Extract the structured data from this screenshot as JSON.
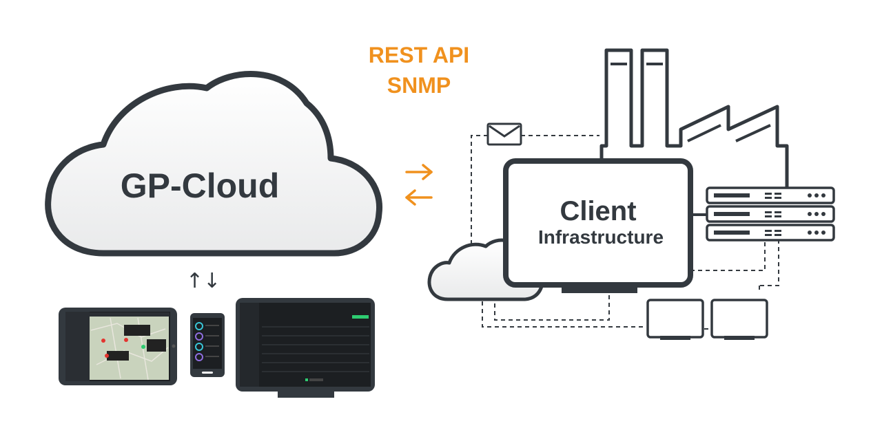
{
  "cloud": {
    "label": "GP-Cloud"
  },
  "protocols": {
    "line1": "REST API",
    "line2": "SNMP"
  },
  "client": {
    "line1": "Client",
    "line2": "Infrastructure"
  },
  "sync_arrows": "↑↓",
  "colors": {
    "accent": "#f0911e",
    "dark": "#33393f",
    "bg": "#ffffff"
  },
  "icons": [
    "envelope-icon",
    "server-rack-icon",
    "monitor-icon",
    "tablet-device",
    "phone-device",
    "desktop-device",
    "factory-icon"
  ]
}
